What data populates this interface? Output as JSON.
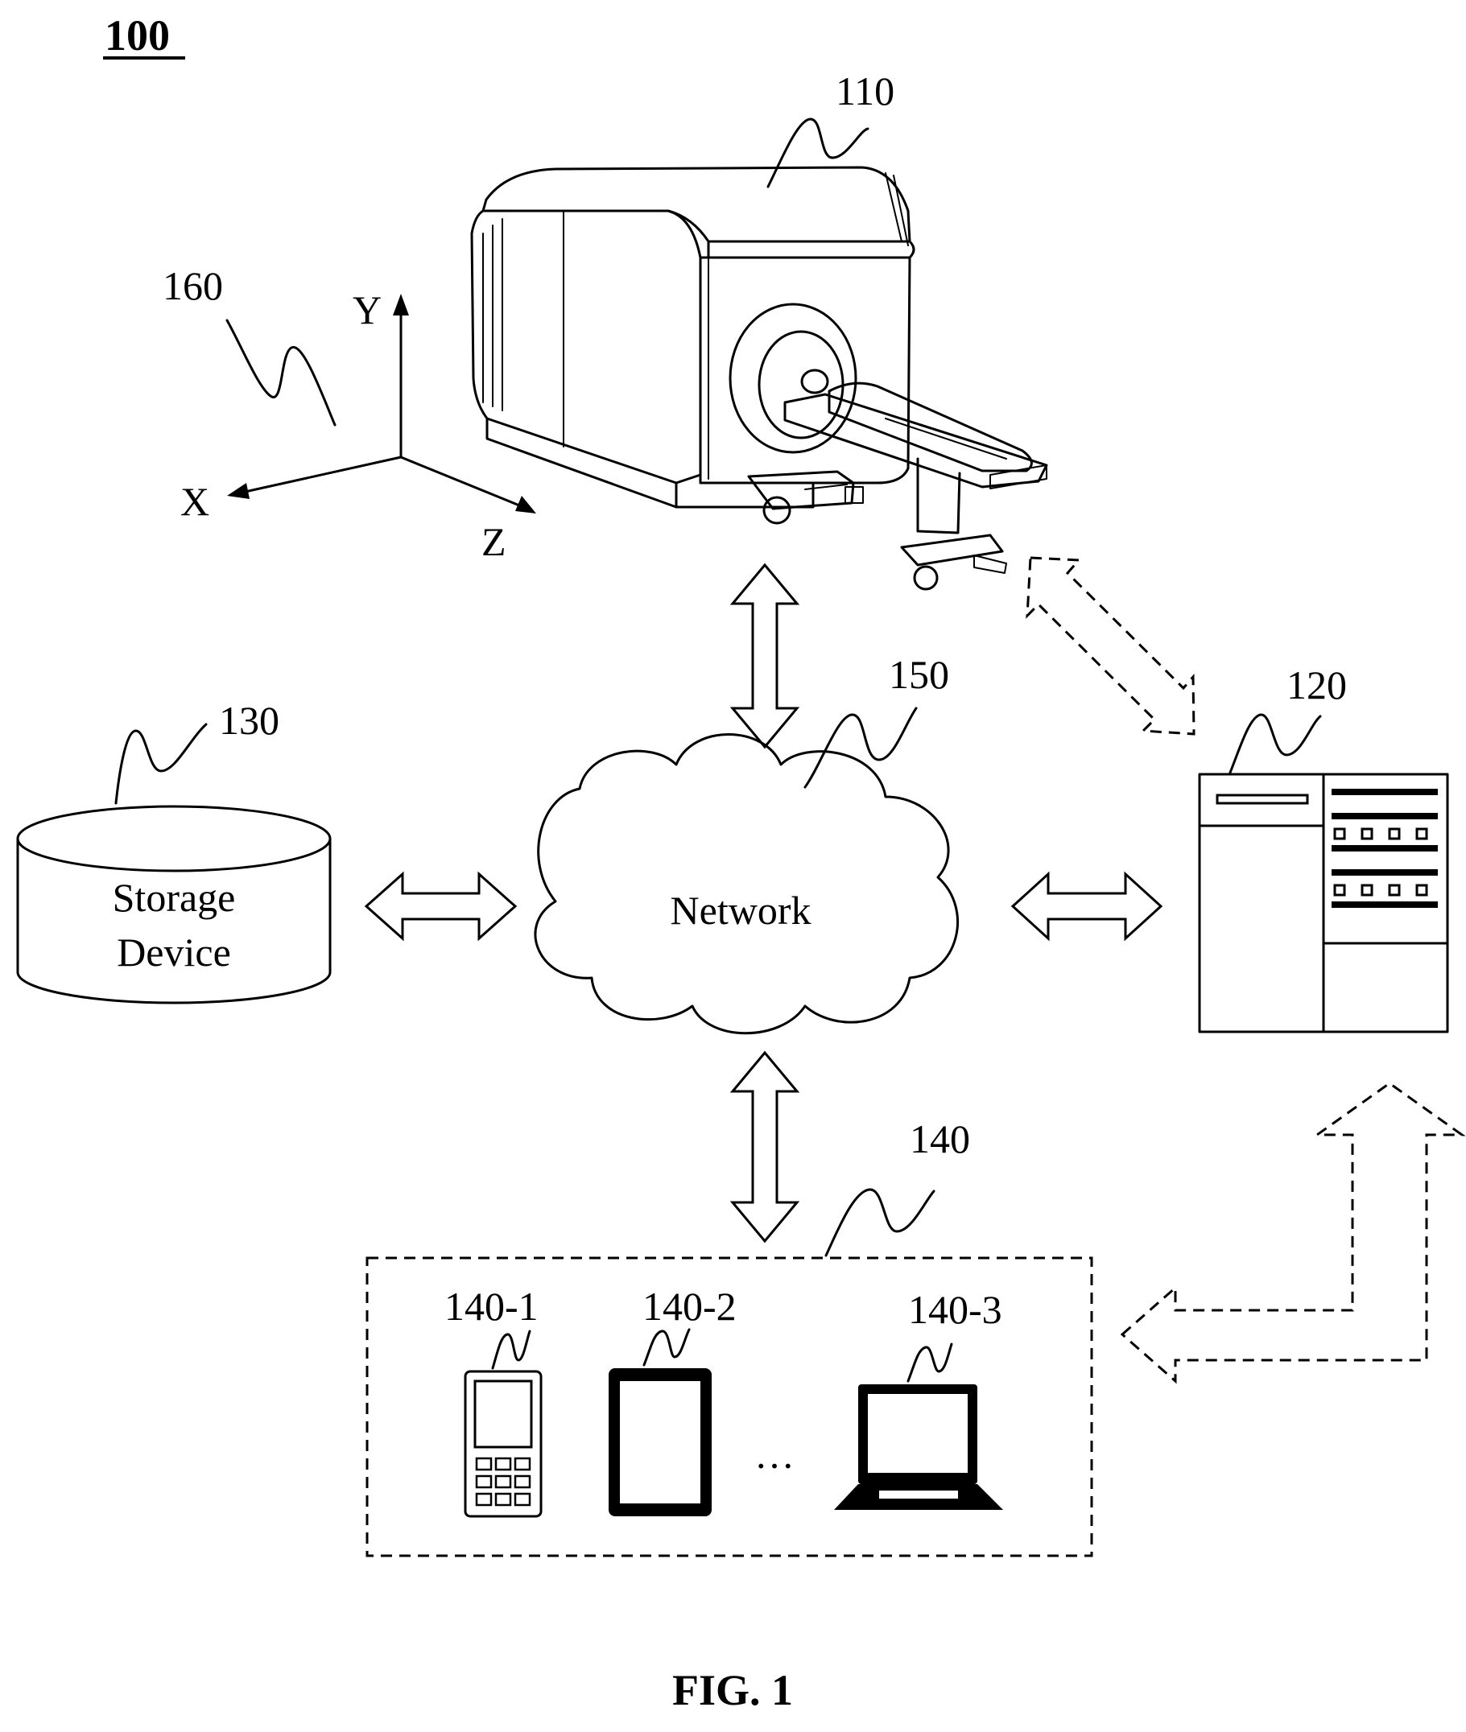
{
  "figure": {
    "system_ref": "100",
    "caption": "FIG. 1"
  },
  "labels": {
    "scanner": "110",
    "processing_device": "120",
    "storage": "130",
    "terminals": "140",
    "mobile": "140-1",
    "tablet": "140-2",
    "laptop": "140-3",
    "network_ref": "150",
    "coordinate_system": "160"
  },
  "axes": {
    "x": "X",
    "y": "Y",
    "z": "Z"
  },
  "nodes": {
    "storage_line1": "Storage",
    "storage_line2": "Device",
    "network": "Network",
    "ellipsis": "…"
  }
}
